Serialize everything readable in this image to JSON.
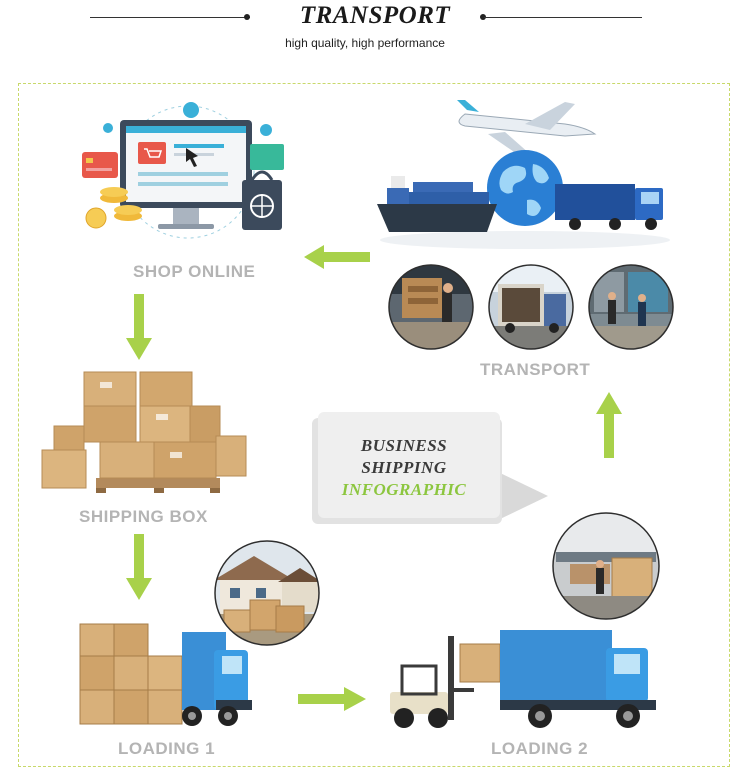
{
  "header": {
    "title": "TRANSPORT",
    "subtitle": "high quality, high performance"
  },
  "steps": {
    "shop_online": "SHOP ONLINE",
    "transport": "TRANSPORT",
    "shipping_box": "SHIPPING BOX",
    "loading_1": "LOADING 1",
    "loading_2": "LOADING 2"
  },
  "callout": {
    "line1": "BUSINESS",
    "line2": "SHIPPING",
    "line3": "INFOGRAPHIC"
  },
  "colors": {
    "arrow": "#a8d14a",
    "label": "#b4b4b4",
    "accent_green": "#8cc63f",
    "frame": "#c8d96a"
  }
}
